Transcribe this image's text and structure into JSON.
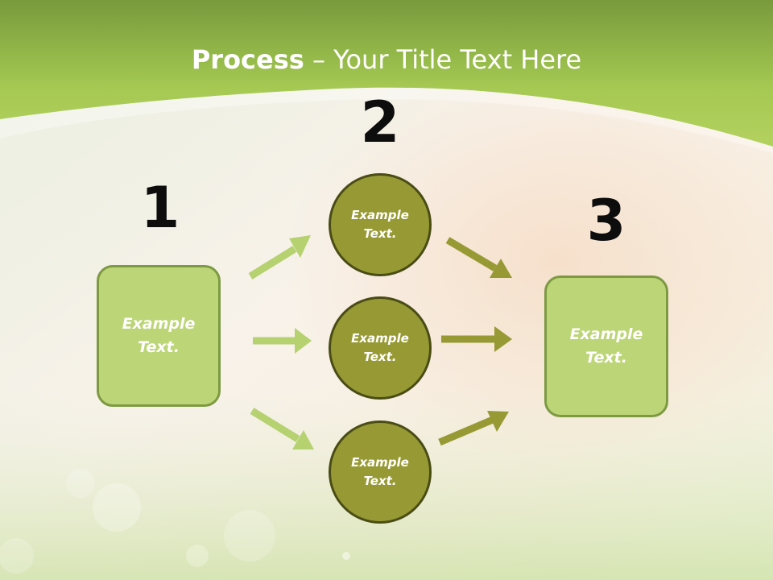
{
  "slide": {
    "title_bold": "Process",
    "title_rest": " – Your Title Text Here",
    "step_numbers": [
      "1",
      "2",
      "3"
    ],
    "box_left_text": "Example Text.",
    "box_right_text": "Example Text.",
    "circle_texts": [
      "Example Text.",
      "Example Text.",
      "Example Text."
    ],
    "colors": {
      "header_green": "#a5c952",
      "box_fill": "#bcd577",
      "box_border": "#7d9a43",
      "circle_fill": "#979a34",
      "circle_border": "#4a4c15",
      "arrow_light": "#b5d170",
      "arrow_dark": "#979a34"
    }
  }
}
